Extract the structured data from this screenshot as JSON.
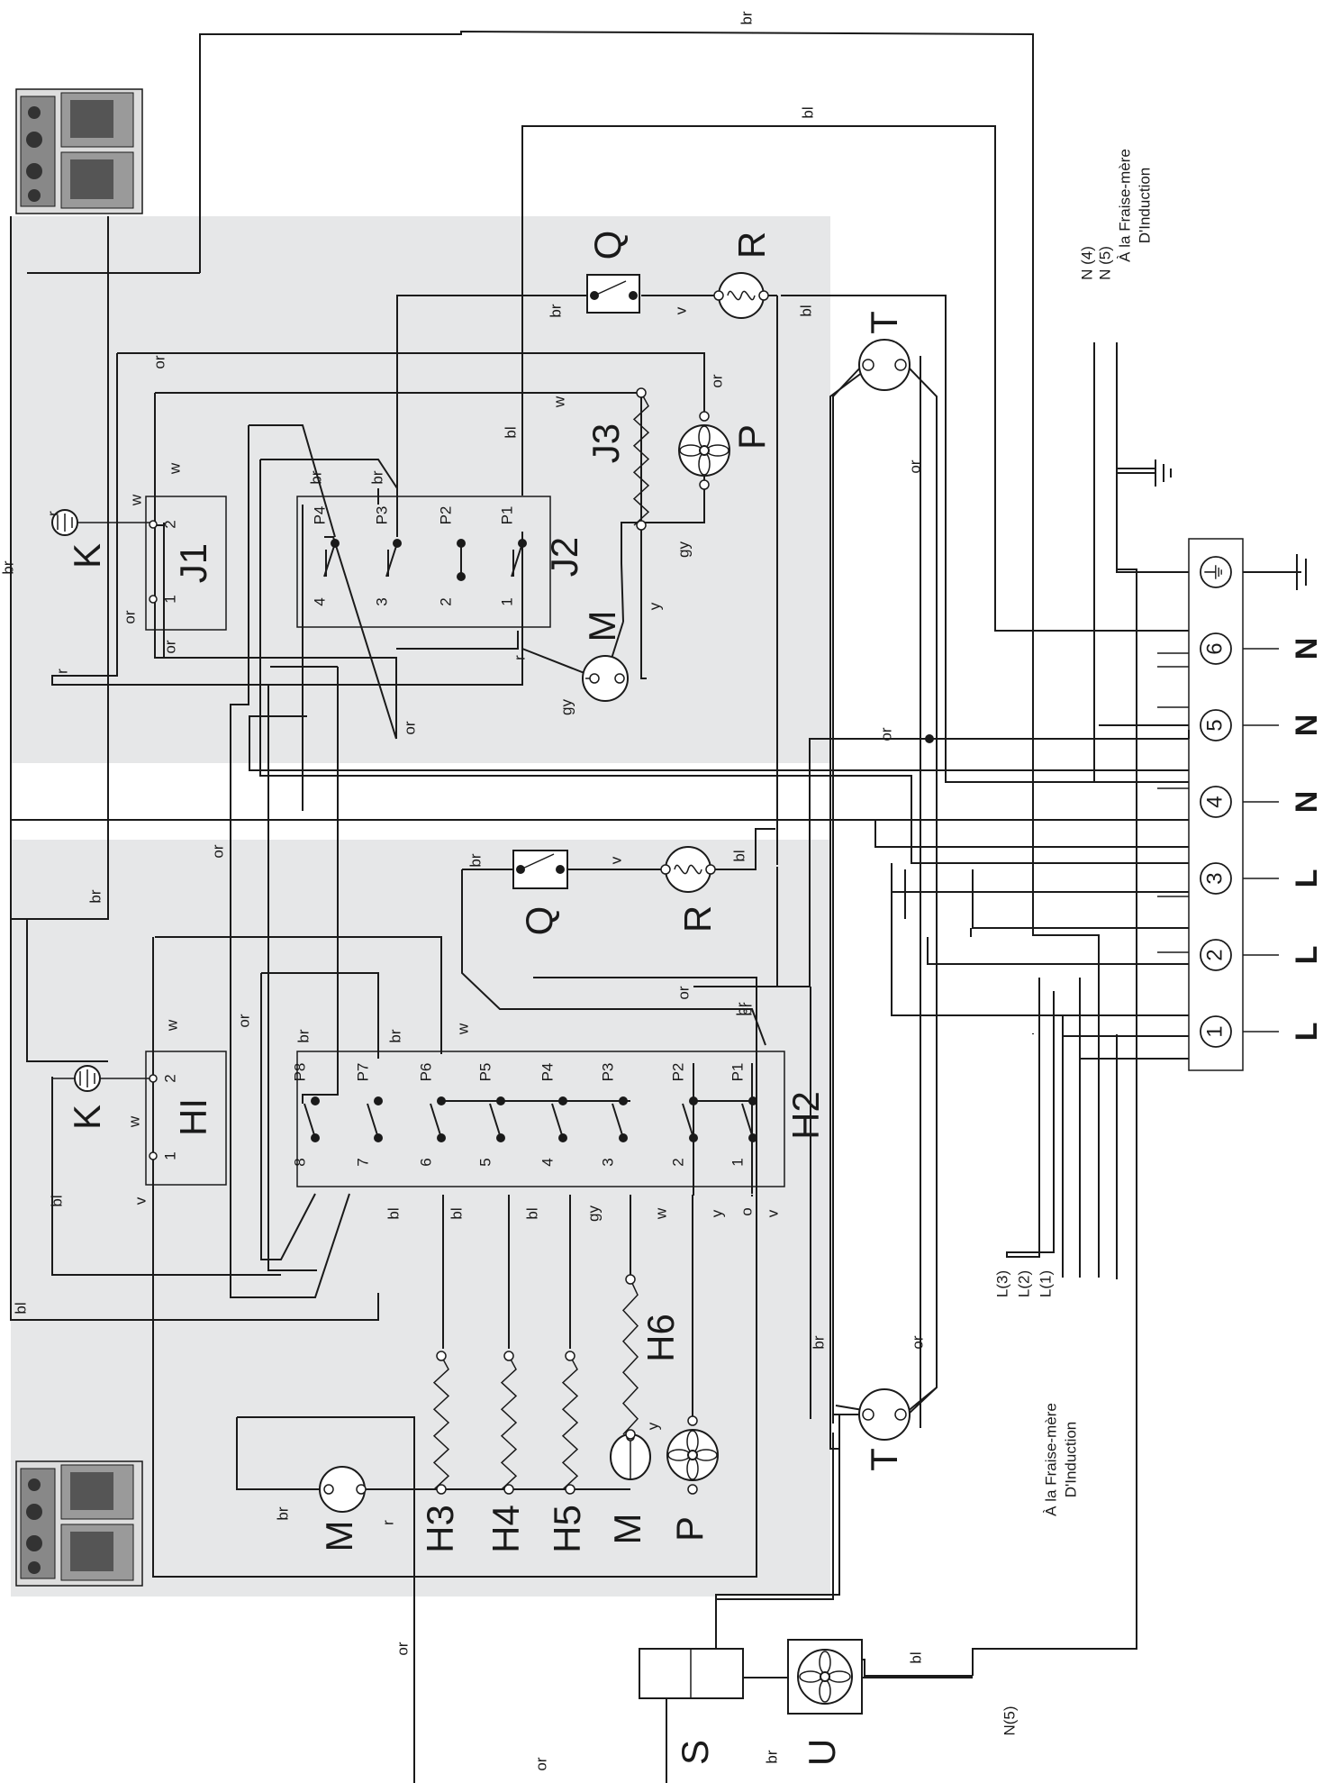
{
  "colors": {
    "zone_fill": "#e6e7e8",
    "line": "#1a1a1a",
    "background": "#ffffff"
  },
  "icons": [
    "cooker-range-icon",
    "fan-icon",
    "heating-element-icon",
    "lamp-icon",
    "thermostat-icon",
    "earth-ground-icon"
  ],
  "upper_section": {
    "components": {
      "K": "K",
      "J1": "J1",
      "J2": "J2",
      "J3": "J3",
      "Q": "Q",
      "R": "R",
      "P": "P",
      "M": "M",
      "T": "T"
    },
    "j1_pins": [
      "2",
      "1"
    ],
    "j2_top_pins": [
      "P4",
      "P3",
      "P2",
      "P1"
    ],
    "j2_bottom_pins": [
      "4",
      "3",
      "2",
      "1"
    ],
    "wire_labels": [
      "r",
      "w",
      "w",
      "or",
      "or",
      "or",
      "r",
      "or",
      "br",
      "br",
      "bl",
      "w",
      "or",
      "gy",
      "y",
      "r",
      "gy",
      "br",
      "v",
      "bl",
      "or",
      "or"
    ]
  },
  "lower_section": {
    "components": {
      "K": "K",
      "HI": "HI",
      "H2": "H2",
      "Q": "Q",
      "R": "R",
      "H6": "H6",
      "H3": "H3",
      "H4": "H4",
      "H5": "H5",
      "M_fan": "M",
      "M_motor": "M",
      "P": "P",
      "T": "T"
    },
    "hi_pins": [
      "2",
      "1"
    ],
    "h2_top_pins": [
      "P8",
      "P7",
      "P6",
      "P5",
      "P4",
      "P3",
      "P2",
      "P1"
    ],
    "h2_bottom_pins": [
      "8",
      "7",
      "6",
      "5",
      "4",
      "3",
      "2",
      "1"
    ],
    "wire_labels": [
      "br",
      "or",
      "w",
      "w",
      "v",
      "bl",
      "br",
      "br",
      "w",
      "br",
      "bl",
      "bl",
      "bl",
      "gy",
      "w",
      "y",
      "o",
      "v",
      "br",
      "v",
      "bl",
      "or",
      "br",
      "or",
      "y",
      "br",
      "r",
      "br",
      "bl",
      "or"
    ]
  },
  "external": {
    "S": "S",
    "U": "U",
    "wire_labels": [
      "br",
      "bl",
      "br",
      "or",
      "or",
      "br",
      "bl"
    ]
  },
  "terminal_block": {
    "terminals": [
      "⏚",
      "6",
      "5",
      "4",
      "3",
      "2",
      "1"
    ],
    "labels": [
      "⏚",
      "N",
      "N",
      "N",
      "L",
      "L",
      "L"
    ]
  },
  "notes": {
    "top_induction": [
      "N (4)",
      "N (5)",
      "À la Fraise-mère",
      "D'Induction"
    ],
    "bottom_induction": [
      "À la Fraise-mère",
      "D'Induction"
    ],
    "l_labels": [
      "L(3)",
      "L(2)",
      "L(1)"
    ],
    "n5": "N(5)"
  }
}
